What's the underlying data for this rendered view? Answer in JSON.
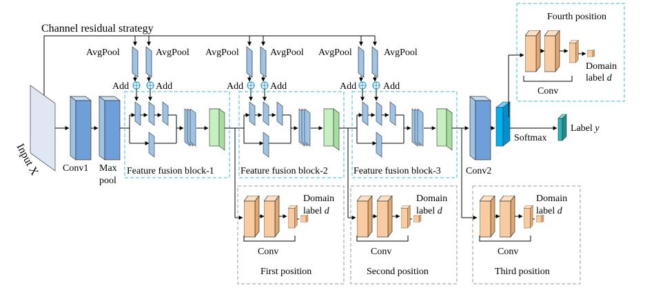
{
  "diagram": {
    "channel_residual": "Channel residual strategy",
    "input": "Input X",
    "conv1": "Conv1",
    "maxpool_line1": "Max",
    "maxpool_line2": "pool",
    "conv2": "Conv2",
    "softmax": "Softmax",
    "label_y_prefix": "Label ",
    "label_y_var": "y",
    "avgpool": "AvgPool",
    "add": "Add",
    "ffb1": "Feature fusion block-1",
    "ffb2": "Feature fusion block-2",
    "ffb3": "Feature fusion block-3",
    "conv": "Conv",
    "domain": "Domain",
    "domain_label_prefix": "label ",
    "domain_label_var": "d",
    "first_position": "First position",
    "second_position": "Second position",
    "third_position": "Third position",
    "fourth_position": "Fourth position"
  },
  "colors": {
    "conv_blue": "#9dc3e6",
    "conv_blue_dark": "#5b8fd0",
    "fusion_green": "#c5f0c0",
    "domain_orange": "#f8cba0",
    "softmax_cyan": "#00b0f0",
    "label_teal": "#2ab5b5",
    "box_cyan": "#33bbdd",
    "box_gray": "#999999",
    "add_circle": "#2a9fd6"
  }
}
